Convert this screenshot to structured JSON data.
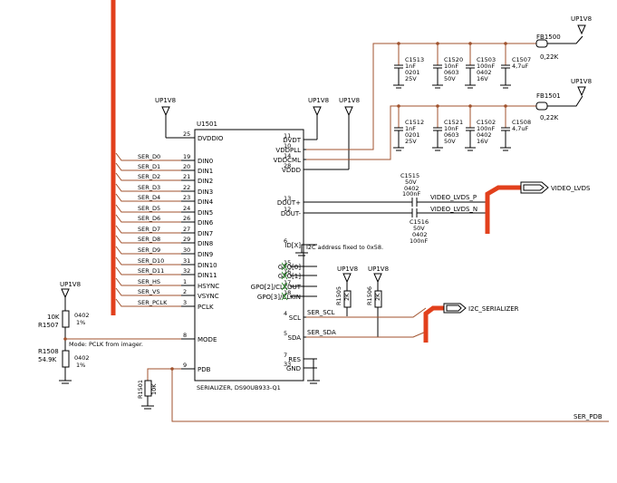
{
  "ic": {
    "ref": "U1501",
    "part": "SERIALIZER, DS90UB933-Q1",
    "left_pins": [
      {
        "num": "25",
        "name": "DVDDIO"
      },
      {
        "num": "19",
        "name": "DIN0",
        "net": "SER_D0"
      },
      {
        "num": "20",
        "name": "DIN1",
        "net": "SER_D1"
      },
      {
        "num": "21",
        "name": "DIN2",
        "net": "SER_D2"
      },
      {
        "num": "22",
        "name": "DIN3",
        "net": "SER_D3"
      },
      {
        "num": "23",
        "name": "DIN4",
        "net": "SER_D4"
      },
      {
        "num": "24",
        "name": "DIN5",
        "net": "SER_D5"
      },
      {
        "num": "26",
        "name": "DIN6",
        "net": "SER_D6"
      },
      {
        "num": "27",
        "name": "DIN7",
        "net": "SER_D7"
      },
      {
        "num": "29",
        "name": "DIN8",
        "net": "SER_D8"
      },
      {
        "num": "30",
        "name": "DIN9",
        "net": "SER_D9"
      },
      {
        "num": "31",
        "name": "DIN10",
        "net": "SER_D10"
      },
      {
        "num": "32",
        "name": "DIN11",
        "net": "SER_D11"
      },
      {
        "num": "1",
        "name": "HSYNC",
        "net": "SER_HS"
      },
      {
        "num": "2",
        "name": "VSYNC",
        "net": "SER_VS"
      },
      {
        "num": "3",
        "name": "PCLK",
        "net": "SER_PCLK"
      },
      {
        "num": "8",
        "name": "MODE"
      },
      {
        "num": "9",
        "name": "PDB"
      }
    ],
    "right_pins": [
      {
        "num": "11",
        "name": "DVDT"
      },
      {
        "num": "10",
        "name": "VDDPLL"
      },
      {
        "num": "14",
        "name": "VDDCML"
      },
      {
        "num": "28",
        "name": "VDDD"
      },
      {
        "num": "13",
        "name": "DOUT+"
      },
      {
        "num": "12",
        "name": "DOUT-"
      },
      {
        "num": "6",
        "name": "ID[X]"
      },
      {
        "num": "15",
        "name": "GPO[0]"
      },
      {
        "num": "16",
        "name": "GPO[1]"
      },
      {
        "num": "17",
        "name": "GPO[2]/CLKOUT"
      },
      {
        "num": "18",
        "name": "GPO[3]/CLKIN"
      },
      {
        "num": "4",
        "name": "SCL"
      },
      {
        "num": "5",
        "name": "SDA"
      },
      {
        "num": "7",
        "name": "RES"
      },
      {
        "num": "33",
        "name": "GND"
      }
    ]
  },
  "power": {
    "up1v8": "UP1V8",
    "fb1500": {
      "ref": "FB1500",
      "value": "0,22K"
    },
    "fb1501": {
      "ref": "FB1501",
      "value": "0,22K"
    }
  },
  "caps_top": [
    {
      "ref": "C1513",
      "v1": "1nF",
      "v2": "0201",
      "v3": "25V"
    },
    {
      "ref": "C1520",
      "v1": "10nF",
      "v2": "0603",
      "v3": "50V"
    },
    {
      "ref": "C1503",
      "v1": "100nF",
      "v2": "0402",
      "v3": "16V"
    },
    {
      "ref": "C1507",
      "v1": "4,7uF",
      "v2": "",
      "v3": ""
    }
  ],
  "caps_bot": [
    {
      "ref": "C1512",
      "v1": "1nF",
      "v2": "0201",
      "v3": "25V"
    },
    {
      "ref": "C1521",
      "v1": "10nF",
      "v2": "0603",
      "v3": "50V"
    },
    {
      "ref": "C1502",
      "v1": "100nF",
      "v2": "0402",
      "v3": "16V"
    },
    {
      "ref": "C1508",
      "v1": "4,7uF",
      "v2": "",
      "v3": ""
    }
  ],
  "ac_caps": {
    "c1515": {
      "ref": "C1515",
      "v1": "50V",
      "v2": "0402",
      "v3": "100nF"
    },
    "c1516": {
      "ref": "C1516",
      "v1": "50V",
      "v2": "0402",
      "v3": "100nF"
    }
  },
  "nets": {
    "video_lvds_p": "VIDEO_LVDS_P",
    "video_lvds_n": "VIDEO_LVDS_N",
    "video_lvds": "VIDEO_LVDS",
    "ser_scl": "SER_SCL",
    "ser_sda": "SER_SDA",
    "i2c_serializer": "I2C_SERIALIZER",
    "ser_pdb": "SER_PDB"
  },
  "resistors": {
    "r1507": {
      "value": "10K",
      "ref": "R1507",
      "pkg": "0402",
      "tol": "1%"
    },
    "r1508": {
      "ref": "R1508",
      "value": "54.9K",
      "pkg": "0402",
      "tol": "1%"
    },
    "r1501": {
      "ref": "R1501",
      "value": "10K"
    },
    "r1505": {
      "ref": "R1505",
      "value": "2K"
    },
    "r1506": {
      "ref": "R1506",
      "value": "2K"
    }
  },
  "notes": {
    "mode": "Mode: PCLK from imager.",
    "i2c_addr": "I2C address fixed to 0x58."
  }
}
